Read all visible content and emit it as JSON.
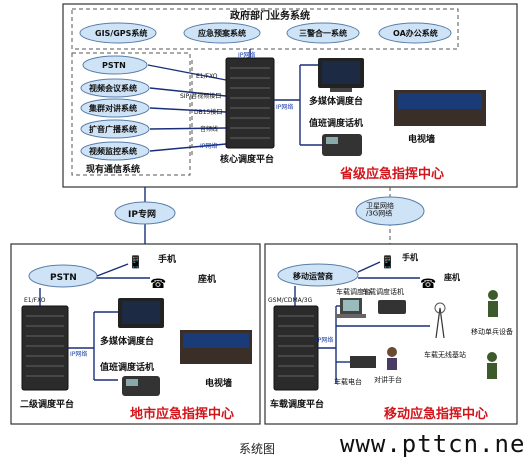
{
  "gov": {
    "title": "政府部门业务系统",
    "systems": [
      "GIS/GPS系统",
      "应急预案系统",
      "三警合一系统",
      "OA办公系统"
    ]
  },
  "existing": {
    "title": "现有通信系统",
    "items": [
      "PSTN",
      "视频会议系统",
      "集群对讲系统",
      "扩音广播系统",
      "视频监控系统"
    ],
    "interfaces": [
      "E1/FXO",
      "SIP/音视频接口",
      "DB15接口",
      "音频线",
      "IP网络"
    ]
  },
  "province": {
    "title": "省级应急指挥中心",
    "core": "核心调度平台",
    "ip_label": "IP网络",
    "multimedia": "多媒体调度台",
    "duty_phone": "值班调度话机",
    "tv_wall": "电视墙"
  },
  "network": {
    "ip": "IP专网",
    "sat": "卫星网络\n/3G网络"
  },
  "city": {
    "title": "地市应急指挥中心",
    "pstn": "PSTN",
    "mobile": "手机",
    "fixed": "座机",
    "e1": "E1/FXO",
    "ip_label": "IP网络",
    "multimedia": "多媒体调度台",
    "duty_phone": "值班调度话机",
    "tv_wall": "电视墙",
    "platform": "二级调度平台"
  },
  "mobile_center": {
    "title": "移动应急指挥中心",
    "operator": "移动运营商",
    "mobile": "手机",
    "fixed": "座机",
    "gsm": "GSM/CDMA/3G",
    "console": "车载调度台",
    "phone": "车载调度话机",
    "ip_label": "IP网络",
    "base_station": "车载无线基站",
    "soldier": "移动单兵设备",
    "radio_console": "对讲手台",
    "radio": "车载电台",
    "platform": "车载调度平台"
  },
  "footer": {
    "caption": "系统图",
    "watermark": "www.pttcn.net"
  }
}
